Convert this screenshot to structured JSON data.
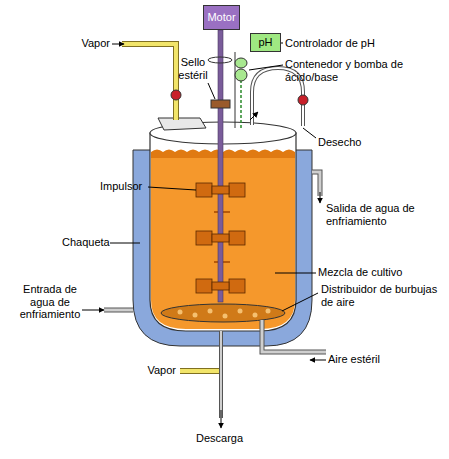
{
  "diagram": {
    "nodes": [
      {
        "text": [
          "Motor"
        ]
      },
      {
        "text": [
          "pH"
        ]
      }
    ],
    "labels": [
      "Vapor",
      "Sello estéril",
      "Controlador de pH",
      "Contenedor y bomba de ácido/base",
      "Desecho",
      "Impulsor",
      "Salida de agua de enfriamiento",
      "Chaqueta",
      "Mezcla de cultivo",
      "Entrada de agua de enfriamiento",
      "Distribuidor de burbujas de aire",
      "Aire estéril",
      "Vapor",
      "Descarga"
    ]
  }
}
